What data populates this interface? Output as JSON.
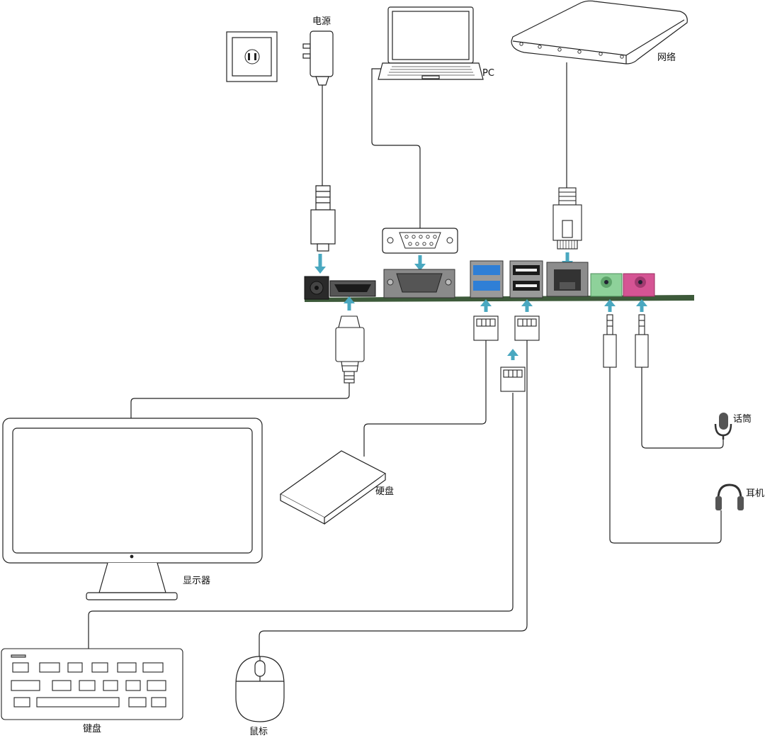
{
  "labels": {
    "power": "电源",
    "pc": "PC",
    "network": "网络",
    "microphone": "话筒",
    "headphone": "耳机",
    "hard_disk": "硬盘",
    "monitor": "显示器",
    "keyboard": "键盘",
    "mouse": "鼠标"
  },
  "colors": {
    "arrow": "#4aa8c0",
    "line": "#222222",
    "board": "#3d5a3a",
    "usb_blue": "#2f7fd6",
    "audio_green": "#8ed19a",
    "audio_pink": "#d55494"
  },
  "icons": [
    "wall-socket-icon",
    "power-adapter-icon",
    "laptop-icon",
    "router-icon",
    "monitor-icon",
    "hard-disk-icon",
    "keyboard-icon",
    "mouse-icon",
    "microphone-icon",
    "headphone-icon"
  ]
}
